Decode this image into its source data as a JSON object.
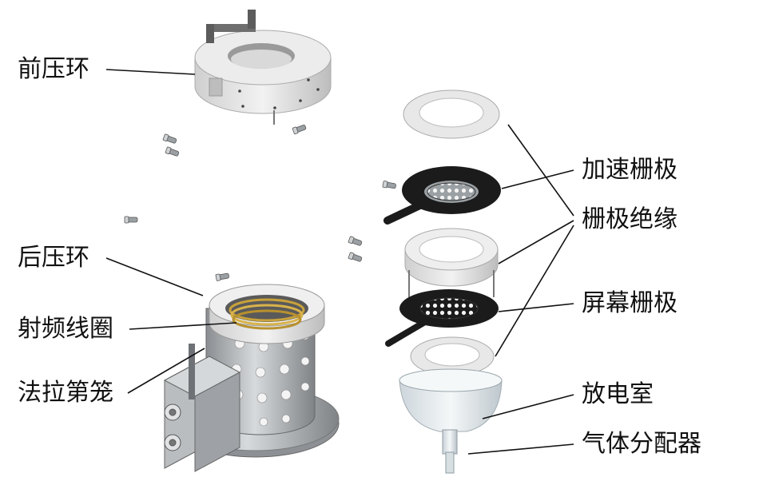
{
  "labels": {
    "front_ring": "前压环",
    "rear_ring": "后压环",
    "rf_coil": "射频线圈",
    "faraday_cage": "法拉第笼",
    "accel_grid": "加速栅极",
    "grid_insulation": "栅极绝缘",
    "screen_grid": "屏幕栅极",
    "discharge_chamber": "放电室",
    "gas_distributor": "气体分配器"
  },
  "colors": {
    "ring": "#e4e4e4",
    "ring_shade": "#c8c8c8",
    "grid": "#1b1b1b",
    "metal": "#b8bcc0",
    "metal_dark": "#7c8084",
    "coil": "#c9a23a",
    "glass": "#dfe6ea"
  }
}
